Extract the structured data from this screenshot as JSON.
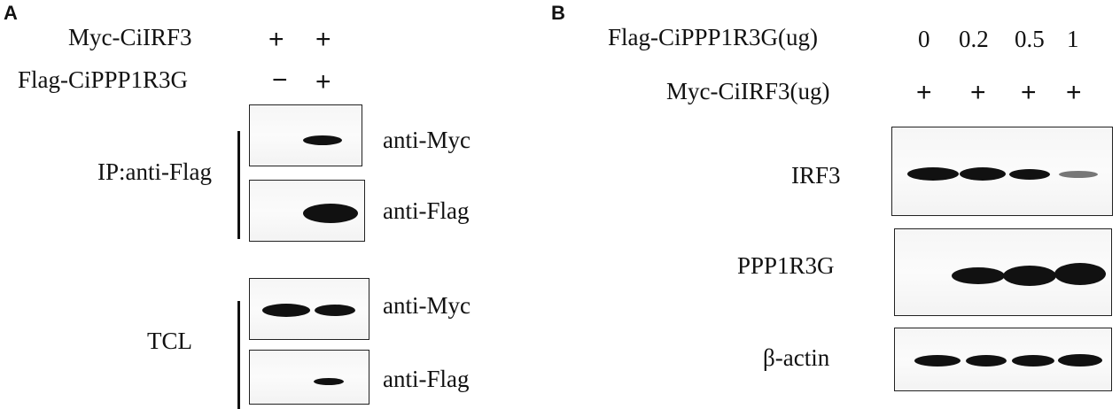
{
  "panelA": {
    "letter": "A",
    "rows": [
      {
        "label": "Myc-CiIRF3",
        "signs": [
          "+",
          "+"
        ]
      },
      {
        "label": "Flag-CiPPP1R3G",
        "signs": [
          "−",
          "+"
        ]
      }
    ],
    "groups": [
      {
        "label": "IP:anti-Flag",
        "blots": [
          "anti-Myc",
          "anti-Flag"
        ]
      },
      {
        "label": "TCL",
        "blots": [
          "anti-Myc",
          "anti-Flag"
        ]
      }
    ]
  },
  "panelB": {
    "letter": "B",
    "dose_label": "Flag-CiPPP1R3G(ug)",
    "doses": [
      "0",
      "0.2",
      "0.5",
      "1"
    ],
    "myc_label": "Myc-CiIRF3(ug)",
    "myc_signs": [
      "+",
      "+",
      "+",
      "+"
    ],
    "blots": [
      "IRF3",
      "PPP1R3G",
      "β-actin"
    ]
  }
}
